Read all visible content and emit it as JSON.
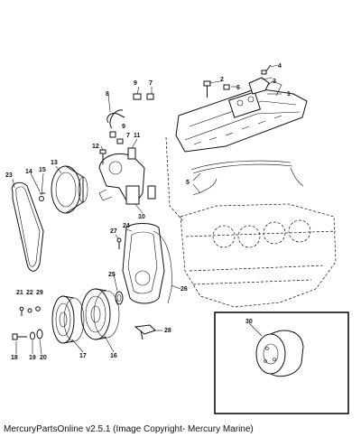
{
  "diagram": {
    "callouts": [
      "1",
      "2",
      "3",
      "4",
      "5",
      "6",
      "7",
      "8",
      "9",
      "10",
      "11",
      "12",
      "13",
      "14",
      "15",
      "16",
      "17",
      "18",
      "19",
      "20",
      "21",
      "22",
      "23",
      "24",
      "25",
      "26",
      "27",
      "28",
      "29",
      "30"
    ],
    "callouts_extra": [
      "9",
      "5"
    ]
  },
  "footer": {
    "caption": "MercuryPartsOnline v2.5.1 (Image Copyright- Mercury Marine)"
  }
}
